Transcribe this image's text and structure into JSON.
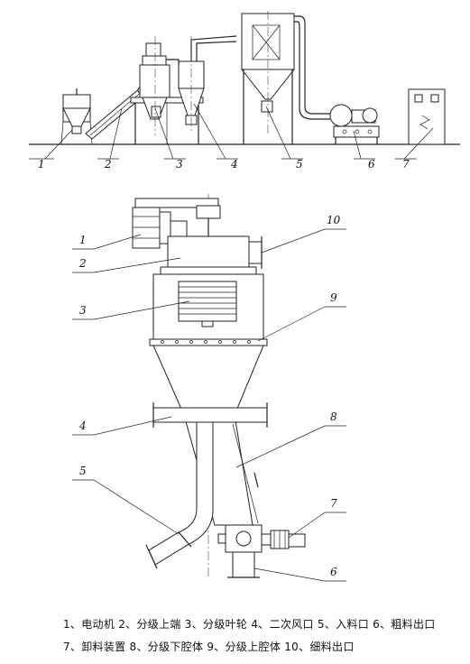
{
  "top_system": {
    "callouts": [
      "1",
      "2",
      "3",
      "4",
      "5",
      "6",
      "7"
    ]
  },
  "classifier": {
    "callouts": [
      "1",
      "2",
      "3",
      "4",
      "5",
      "6",
      "7",
      "8",
      "9",
      "10"
    ]
  },
  "legend": {
    "line1": "1、电动机 2、分级上端 3、分级叶轮 4、二次风口 5、入料口 6、粗料出口",
    "line2": "7、卸料装置 8、分级下腔体 9、分级上腔体 10、细料出口"
  }
}
